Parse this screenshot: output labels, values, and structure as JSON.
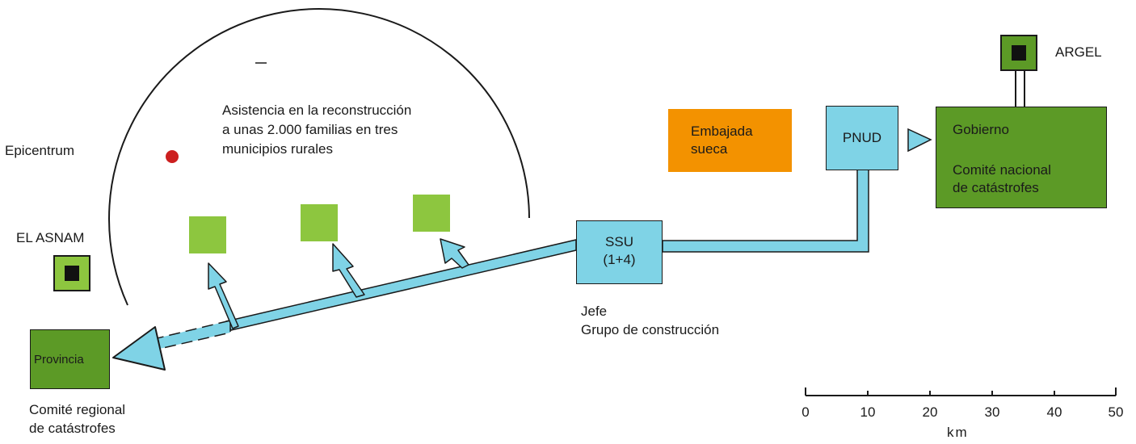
{
  "labels": {
    "epicenter": "Epicentrum",
    "assistance": [
      "Asistencia en la reconstrucción",
      "a unas 2.000 familias en tres",
      "municipios rurales"
    ],
    "el_asnam": "EL ASNAM",
    "argel": "ARGEL",
    "embassy": [
      "Embajada",
      "sueca"
    ],
    "pnud": "PNUD",
    "government": "Gobierno",
    "national_committee": [
      "Comité nacional",
      "de catástrofes"
    ],
    "ssu": [
      "SSU",
      "(1+4)"
    ],
    "chief": [
      "Jefe",
      "Grupo de construcción"
    ],
    "province": "Provincia",
    "regional_committee": [
      "Comité regional",
      "de catástrofes"
    ]
  },
  "scale": {
    "ticks": [
      "0",
      "10",
      "20",
      "30",
      "40",
      "50"
    ],
    "unit": "km"
  },
  "colors": {
    "green_dark": "#5c9a26",
    "green_light": "#8dc63f",
    "cyan": "#7fd3e6",
    "orange": "#f39200",
    "red": "#cc1f1f",
    "black": "#111111"
  }
}
